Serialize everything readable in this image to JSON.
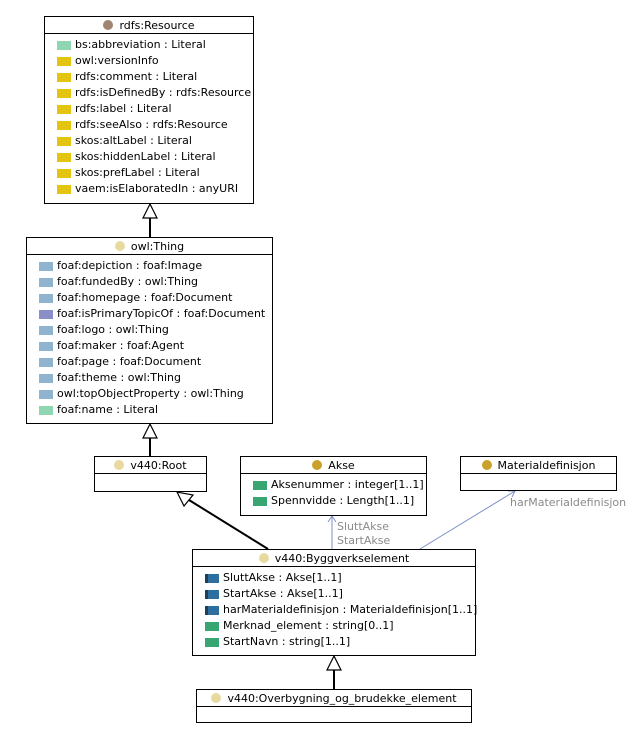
{
  "classes": {
    "resource": {
      "name": "rdfs:Resource",
      "dot_color": "#a08573",
      "attributes": [
        {
          "text": "bs:abbreviation : Literal",
          "color": "#8fd7b3"
        },
        {
          "text": "owl:versionInfo",
          "color": "#e3c511"
        },
        {
          "text": "rdfs:comment : Literal",
          "color": "#e3c511"
        },
        {
          "text": "rdfs:isDefinedBy : rdfs:Resource",
          "color": "#e3c511"
        },
        {
          "text": "rdfs:label : Literal",
          "color": "#e3c511"
        },
        {
          "text": "rdfs:seeAlso : rdfs:Resource",
          "color": "#e3c511"
        },
        {
          "text": "skos:altLabel : Literal",
          "color": "#e3c511"
        },
        {
          "text": "skos:hiddenLabel : Literal",
          "color": "#e3c511"
        },
        {
          "text": "skos:prefLabel : Literal",
          "color": "#e3c511"
        },
        {
          "text": "vaem:isElaboratedIn : anyURI",
          "color": "#e3c511"
        }
      ]
    },
    "thing": {
      "name": "owl:Thing",
      "dot_color": "#e8d9a0",
      "attributes": [
        {
          "text": "foaf:depiction : foaf:Image",
          "color": "#8fb4cf"
        },
        {
          "text": "foaf:fundedBy : owl:Thing",
          "color": "#8fb4cf"
        },
        {
          "text": "foaf:homepage : foaf:Document",
          "color": "#8fb4cf"
        },
        {
          "text": "foaf:isPrimaryTopicOf : foaf:Document",
          "color": "#8a8fc7"
        },
        {
          "text": "foaf:logo : owl:Thing",
          "color": "#8fb4cf"
        },
        {
          "text": "foaf:maker : foaf:Agent",
          "color": "#8fb4cf"
        },
        {
          "text": "foaf:page : foaf:Document",
          "color": "#8fb4cf"
        },
        {
          "text": "foaf:theme : owl:Thing",
          "color": "#8fb4cf"
        },
        {
          "text": "owl:topObjectProperty : owl:Thing",
          "color": "#8fb4cf"
        },
        {
          "text": "foaf:name : Literal",
          "color": "#8fd7b3"
        }
      ]
    },
    "root": {
      "name": "v440:Root",
      "dot_color": "#e8d9a0",
      "attributes": []
    },
    "akse": {
      "name": "Akse",
      "dot_color": "#c9a12b",
      "attributes": [
        {
          "text": "Aksenummer : integer[1..1]",
          "color": "#38a673"
        },
        {
          "text": "Spennvidde : Length[1..1]",
          "color": "#38a673"
        }
      ]
    },
    "materialdefinisjon": {
      "name": "Materialdefinisjon",
      "dot_color": "#c9a12b",
      "attributes": []
    },
    "byggverkselement": {
      "name": "v440:Byggverkselement",
      "dot_color": "#e8d9a0",
      "attributes": [
        {
          "text": "SluttAkse : Akse[1..1]",
          "color": "#2f6f9f"
        },
        {
          "text": "StartAkse : Akse[1..1]",
          "color": "#2f6f9f"
        },
        {
          "text": "harMaterialdefinisjon : Materialdefinisjon[1..1]",
          "color": "#2f6f9f"
        },
        {
          "text": "Merknad_element : string[0..1]",
          "color": "#38a673"
        },
        {
          "text": "StartNavn : string[1..1]",
          "color": "#38a673"
        }
      ]
    },
    "overbygning": {
      "name": "v440:Overbygning_og_brudekke_element",
      "dot_color": "#e8d9a0",
      "attributes": []
    }
  },
  "edge_labels": {
    "slutt_akse": "SluttAkse",
    "start_akse": "StartAkse",
    "har_materialdefinisjon": "harMaterialdefinisjon"
  },
  "colors": {
    "association_line": "#7f8fc9",
    "edge_label": "#8a8a8a"
  }
}
